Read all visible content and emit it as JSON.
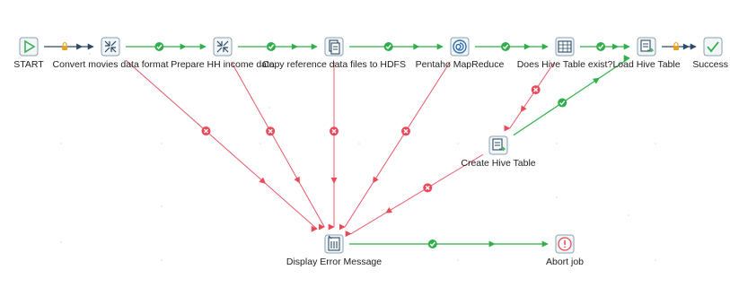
{
  "colors": {
    "success_hop": "#2fae4a",
    "error_hop": "#e84a5a",
    "normal_hop": "#2c4a66",
    "node_border": "#8aa1b1",
    "node_fill": "#f3f6f8",
    "lock_icon": "#e8a020"
  },
  "nodes": [
    {
      "id": "start",
      "label": "START",
      "icon": "play-icon"
    },
    {
      "id": "convert",
      "label": "Convert movies data format",
      "icon": "transform-icon"
    },
    {
      "id": "prepare",
      "label": "Prepare HH income data",
      "icon": "transform-icon"
    },
    {
      "id": "copy",
      "label": "Copy reference data files to HDFS",
      "icon": "file-copy-icon"
    },
    {
      "id": "mapreduce",
      "label": "Pentaho MapReduce",
      "icon": "mapreduce-icon"
    },
    {
      "id": "exists",
      "label": "Does Hive Table exist?",
      "icon": "table-check-icon"
    },
    {
      "id": "load",
      "label": "Load Hive Table",
      "icon": "sql-script-icon"
    },
    {
      "id": "success",
      "label": "Success",
      "icon": "checkmark-icon"
    },
    {
      "id": "create",
      "label": "Create Hive Table",
      "icon": "sql-script-icon"
    },
    {
      "id": "error",
      "label": "Display Error Message",
      "icon": "message-icon"
    },
    {
      "id": "abort",
      "label": "Abort job",
      "icon": "abort-icon"
    }
  ],
  "hops": [
    {
      "from": "start",
      "to": "convert",
      "kind": "unconditional"
    },
    {
      "from": "convert",
      "to": "prepare",
      "kind": "success"
    },
    {
      "from": "prepare",
      "to": "copy",
      "kind": "success"
    },
    {
      "from": "copy",
      "to": "mapreduce",
      "kind": "success"
    },
    {
      "from": "mapreduce",
      "to": "exists",
      "kind": "success"
    },
    {
      "from": "exists",
      "to": "load",
      "kind": "success"
    },
    {
      "from": "load",
      "to": "success",
      "kind": "unconditional"
    },
    {
      "from": "exists",
      "to": "create",
      "kind": "error"
    },
    {
      "from": "create",
      "to": "load",
      "kind": "success"
    },
    {
      "from": "convert",
      "to": "error",
      "kind": "error"
    },
    {
      "from": "prepare",
      "to": "error",
      "kind": "error"
    },
    {
      "from": "copy",
      "to": "error",
      "kind": "error"
    },
    {
      "from": "mapreduce",
      "to": "error",
      "kind": "error"
    },
    {
      "from": "create",
      "to": "error",
      "kind": "error"
    },
    {
      "from": "error",
      "to": "abort",
      "kind": "success"
    }
  ]
}
